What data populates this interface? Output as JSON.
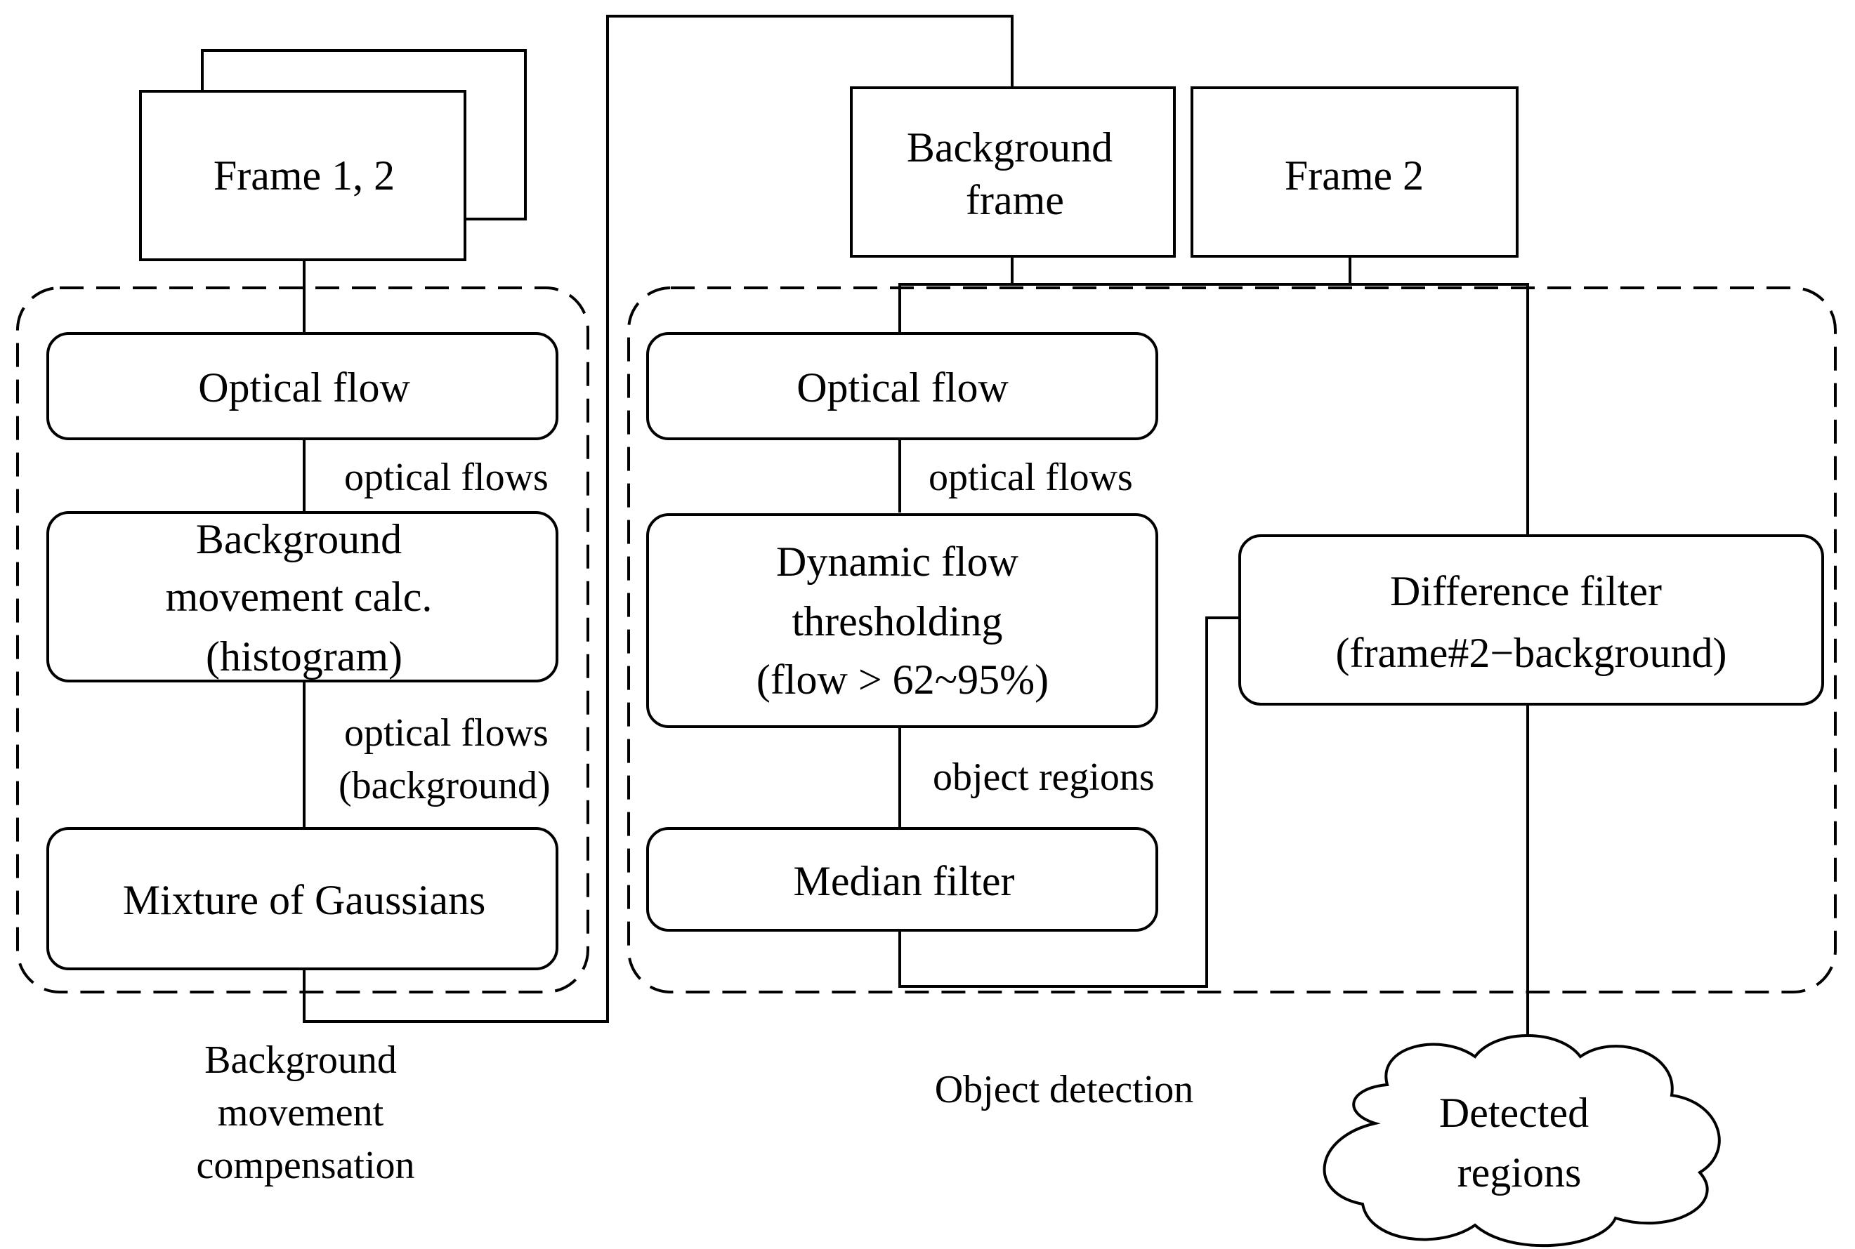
{
  "inputs": {
    "frame12": "Frame 1, 2",
    "background_frame": [
      "Background",
      "frame"
    ],
    "frame2": "Frame 2"
  },
  "compensation_group": {
    "caption": [
      "Background",
      "movement",
      "compensation"
    ],
    "optical_flow": "Optical flow",
    "edge1_label": "optical flows",
    "bg_calc": [
      "Background",
      "movement calc.",
      "(histogram)"
    ],
    "edge2_label": [
      "optical flows",
      "(background)"
    ],
    "mog": "Mixture of Gaussians"
  },
  "detection_group": {
    "caption": "Object detection",
    "optical_flow": "Optical flow",
    "edge1_label": "optical flows",
    "dynamic": [
      "Dynamic flow",
      "thresholding",
      "(flow > 62~95%)"
    ],
    "edge2_label": "object regions",
    "median": "Median filter",
    "difference": [
      "Difference filter",
      "(frame#2−background)"
    ]
  },
  "output": [
    "Detected",
    "regions"
  ]
}
